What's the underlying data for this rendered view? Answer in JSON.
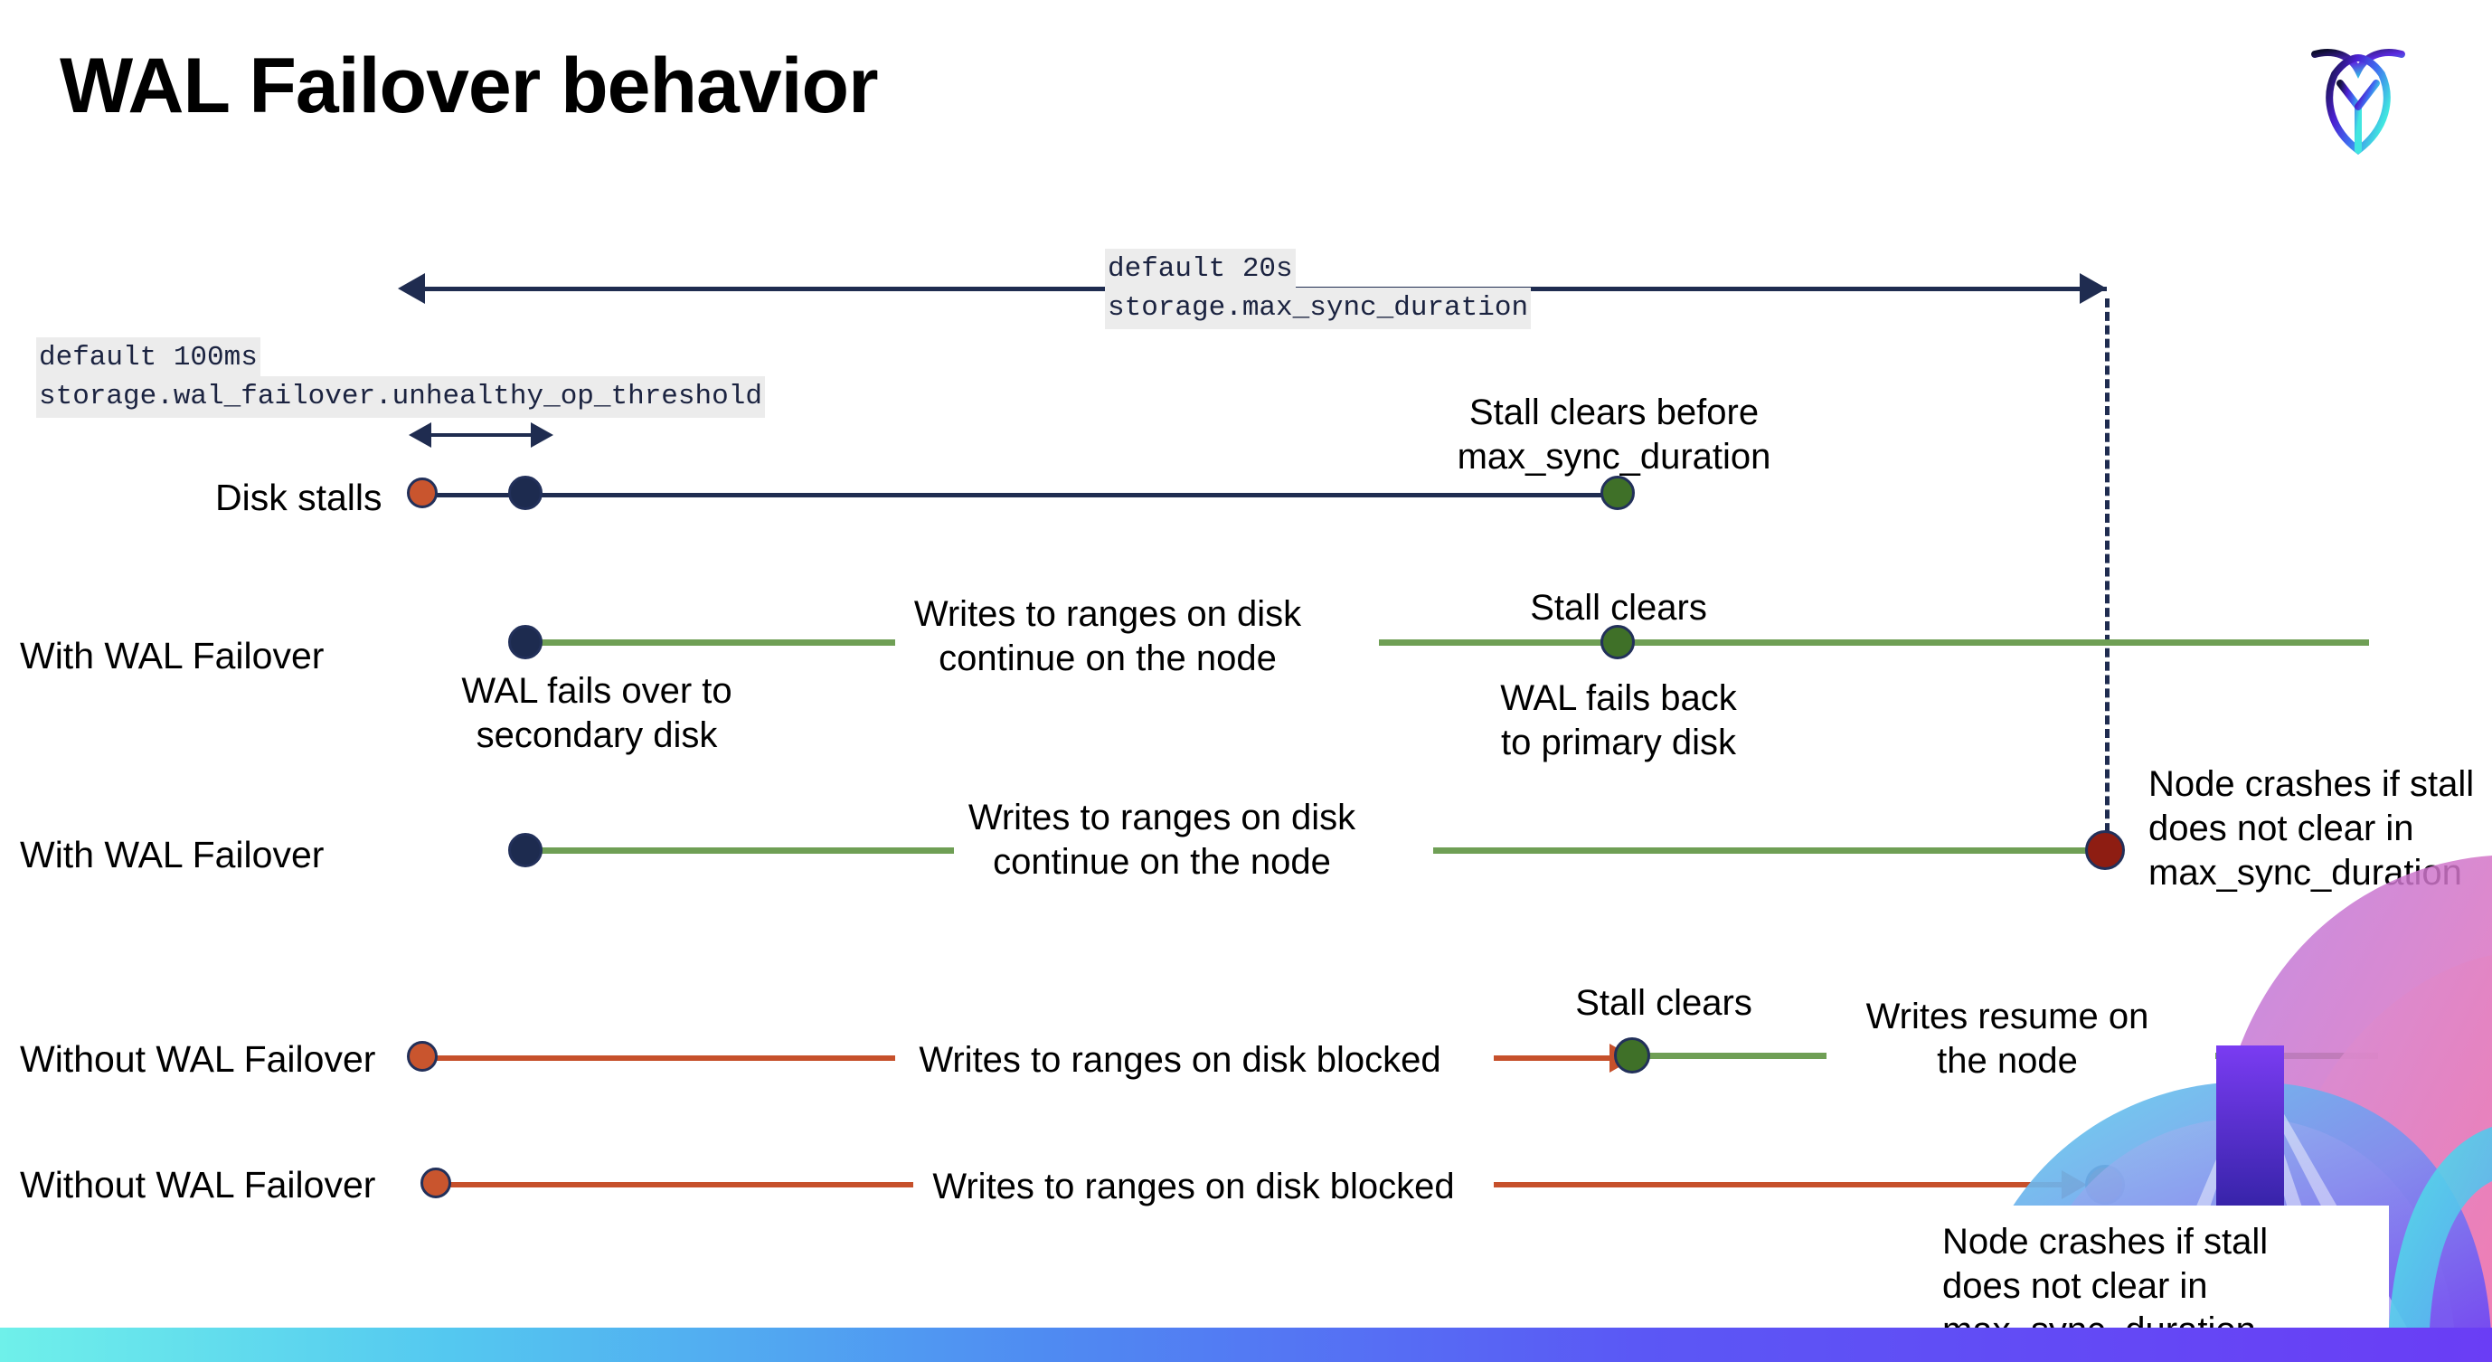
{
  "slide": {
    "title": "WAL Failover behavior",
    "logo_icon": "cockroach-logo-icon"
  },
  "annotations": {
    "max_sync": {
      "line1": "default 20s",
      "line2": "storage.max_sync_duration"
    },
    "unhealthy_op": {
      "line1": "default 100ms",
      "line2": "storage.wal_failover.unhealthy_op_threshold"
    }
  },
  "rows": [
    {
      "label": "Disk stalls",
      "notes": [
        {
          "name": "stall-clears-before",
          "text": "Stall clears before\nmax_sync_duration"
        }
      ]
    },
    {
      "label": "With WAL Failover",
      "notes": [
        {
          "name": "wal-fails-over",
          "text": "WAL fails over to\nsecondary disk"
        },
        {
          "name": "writes-continue",
          "text": "Writes to ranges on disk\ncontinue on the node"
        },
        {
          "name": "stall-clears",
          "text": "Stall clears"
        },
        {
          "name": "wal-fails-back",
          "text": "WAL fails  back\nto primary disk"
        }
      ]
    },
    {
      "label": "With WAL Failover",
      "notes": [
        {
          "name": "writes-continue",
          "text": "Writes to ranges on disk\ncontinue on the node"
        },
        {
          "name": "node-crashes",
          "text": "Node crashes if stall\ndoes not clear in\nmax_sync_duration"
        }
      ]
    },
    {
      "label": "Without WAL Failover",
      "notes": [
        {
          "name": "writes-blocked",
          "text": "Writes to ranges on disk  blocked"
        },
        {
          "name": "stall-clears",
          "text": "Stall clears"
        },
        {
          "name": "writes-resume",
          "text": "Writes resume on\nthe node"
        }
      ]
    },
    {
      "label": "Without WAL Failover",
      "notes": [
        {
          "name": "writes-blocked",
          "text": "Writes to ranges on disk  blocked"
        },
        {
          "name": "node-crashes",
          "text": "Node crashes if stall\ndoes not clear in\nmax_sync_duration"
        }
      ]
    }
  ],
  "colors": {
    "navy": "#1f2c50",
    "green": "#6f9f55",
    "green_dot": "#3f7028",
    "orange": "#c6502b",
    "orange_dot": "#c9552e",
    "dark_red": "#8e1d12",
    "chip_bg": "#ececec",
    "bar_gradient_start": "#6ff0ea",
    "bar_gradient_end": "#6a3df5"
  }
}
